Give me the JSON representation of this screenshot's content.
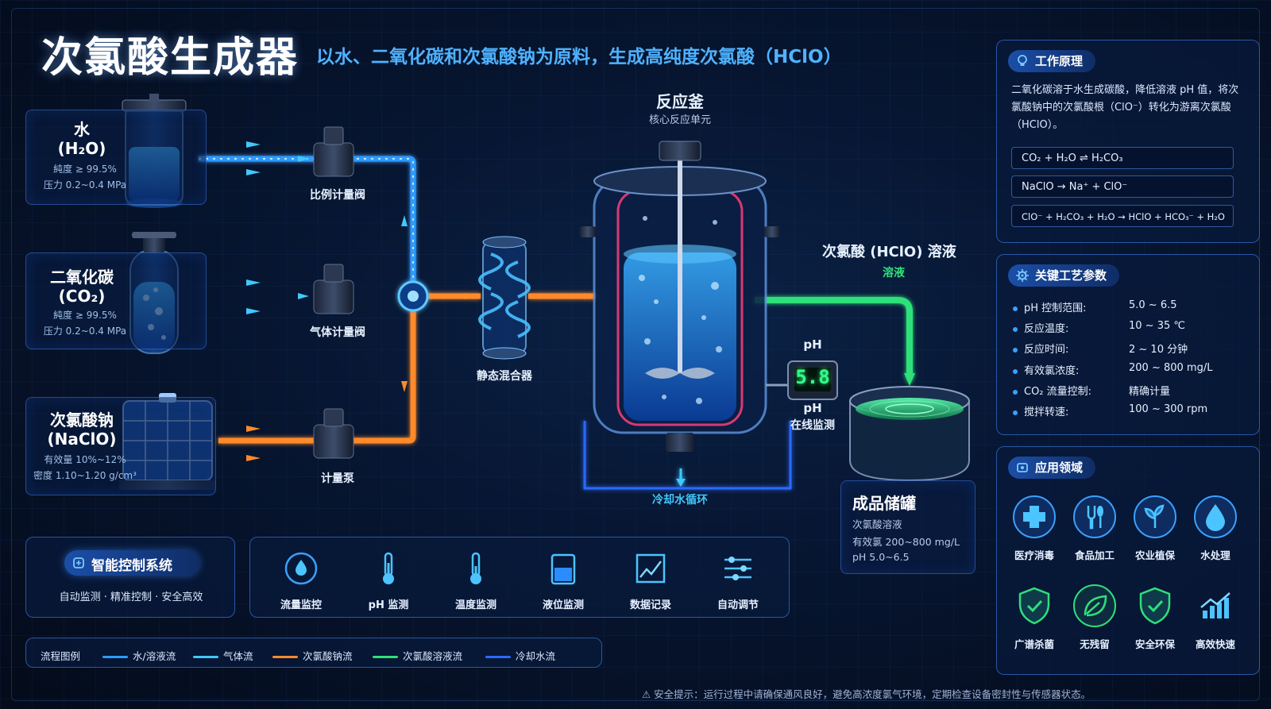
{
  "header": {
    "title": "次氯酸生成器",
    "subtitle": "以水、二氧化碳和次氯酸钠为原料，生成高纯度次氯酸（HClO）"
  },
  "sources": [
    {
      "name": "水",
      "formula": "(H₂O)",
      "spec1": "純度 ≥ 99.5%",
      "spec2": "压力 0.2~0.4 MPa"
    },
    {
      "name": "二氧化碳",
      "formula": "(CO₂)",
      "spec1": "純度 ≥ 99.5%",
      "spec2": "压力 0.2~0.4 MPa"
    },
    {
      "name": "次氯酸钠",
      "formula": "(NaClO)",
      "spec1": "有效量 10%~12%",
      "spec2": "密度 1.10~1.20 g/cm³"
    }
  ],
  "equipment": {
    "valve1": "比例计量阀",
    "valve2": "气体计量阀",
    "pump": "计量泵",
    "mixer": "静态混合器",
    "reactor_title": "反应釜",
    "reactor_sub": "核心反应单元",
    "cooling": "冷却水循环",
    "ph_label": "pH",
    "ph_value": "5.8",
    "ph_caption_1": "pH",
    "ph_caption_2": "在线监测",
    "outlet_title": "次氯酸 (HClO) 溶液",
    "outlet_sub": "溶液",
    "storage_title": "成品储罐",
    "storage_l1": "次氯酸溶液",
    "storage_l2": "有效氯 200~800 mg/L",
    "storage_l3": "pH 5.0~6.5"
  },
  "principle": {
    "title": "工作原理",
    "text": "二氧化碳溶于水生成碳酸，降低溶液 pH 值，将次氯酸钠中的次氯酸根（ClO⁻）转化为游离次氯酸（HClO）。",
    "eq1": "CO₂ + H₂O ⇌ H₂CO₃",
    "eq2": "NaClO → Na⁺ + ClO⁻",
    "eq3": "ClO⁻ + H₂CO₃ + H₂O → HClO + HCO₃⁻ + H₂O"
  },
  "params": {
    "title": "关键工艺参数",
    "rows": [
      {
        "k": "pH 控制范围:",
        "v": "5.0 ~ 6.5"
      },
      {
        "k": "反应温度:",
        "v": "10 ~ 35 ℃"
      },
      {
        "k": "反应时间:",
        "v": "2 ~ 10 分钟"
      },
      {
        "k": "有效氯浓度:",
        "v": "200 ~ 800 mg/L"
      },
      {
        "k": "CO₂ 流量控制:",
        "v": "精确计量"
      },
      {
        "k": "搅拌转速:",
        "v": "100 ~ 300 rpm"
      }
    ]
  },
  "apps": {
    "title": "应用领域",
    "items": [
      "医疗消毒",
      "食品加工",
      "农业植保",
      "水处理",
      "广谱杀菌",
      "无残留",
      "安全环保",
      "高效快速"
    ]
  },
  "control": {
    "title": "智能控制系统",
    "sub": "自动监测 · 精准控制 · 安全高效",
    "monitors": [
      "流量监控",
      "pH 监测",
      "温度监测",
      "液位监测",
      "数据记录",
      "自动调节"
    ]
  },
  "legend": {
    "title": "流程图例",
    "items": [
      {
        "label": "水/溶液流",
        "color": "#2f9bff"
      },
      {
        "label": "气体流",
        "color": "#41c8ff"
      },
      {
        "label": "次氯酸钠流",
        "color": "#ff8a2a"
      },
      {
        "label": "次氯酸溶液流",
        "color": "#2fe07a"
      },
      {
        "label": "冷却水流",
        "color": "#2a6bff"
      }
    ]
  },
  "safety": "⚠ 安全提示：运行过程中请确保通风良好，避免高浓度氯气环境，定期检查设备密封性与传感器状态。",
  "colors": {
    "water": "#2f9bff",
    "gas": "#41c8ff",
    "naclo": "#ff8a2a",
    "hclo": "#2fe07a",
    "cooling": "#2a6bff",
    "accent": "#4fb2ff"
  }
}
